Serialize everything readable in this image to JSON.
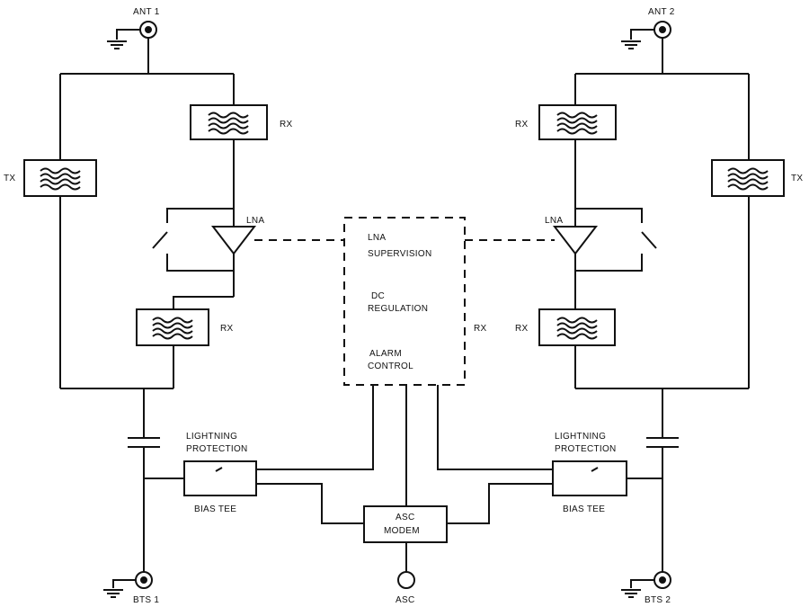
{
  "labels": {
    "ant1": "ANT 1",
    "ant2": "ANT 2",
    "tx_left": "TX",
    "tx_right": "TX",
    "rx_top_left": "RX",
    "rx_top_right": "RX",
    "rx_bottom_left": "RX",
    "rx_bottom_right": "RX",
    "rx_center": "RX",
    "lna_left": "LNA",
    "lna_right": "LNA",
    "lna_supervision_line1": "LNA",
    "lna_supervision_line2": "SUPERVISION",
    "dc_regulation_line1": "DC",
    "dc_regulation_line2": "REGULATION",
    "alarm_control_line1": "ALARM",
    "alarm_control_line2": "CONTROL",
    "lightning_left_line1": "LIGHTNING",
    "lightning_left_line2": "PROTECTION",
    "lightning_right_line1": "LIGHTNING",
    "lightning_right_line2": "PROTECTION",
    "bias_tee_left": "BIAS TEE",
    "bias_tee_right": "BIAS TEE",
    "modem_line1": "ASC",
    "modem_line2": "MODEM",
    "asc": "ASC",
    "bts1": "BTS 1",
    "bts2": "BTS 2"
  }
}
